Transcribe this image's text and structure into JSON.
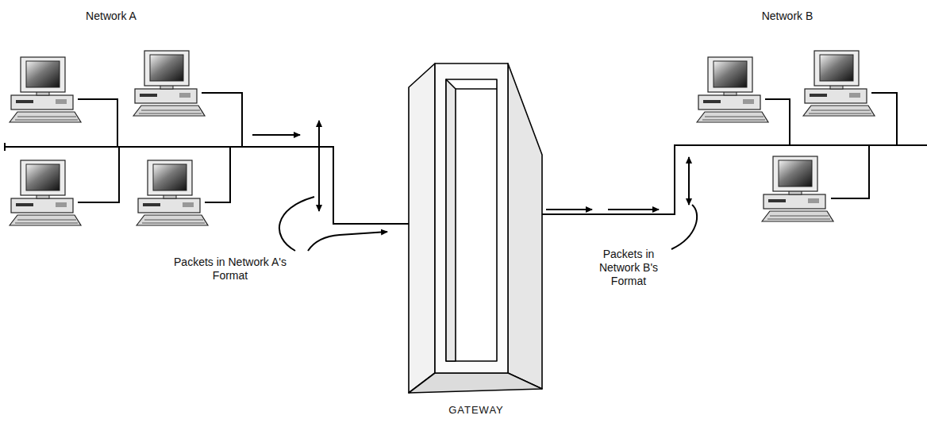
{
  "diagram": {
    "nodes": [
      {
        "text": [
          "GATEWAY"
        ]
      }
    ],
    "edges": [],
    "labels": [
      "Network A",
      "Network B",
      "Packets in Network A's Format",
      "Packets in Network B's Format"
    ]
  }
}
